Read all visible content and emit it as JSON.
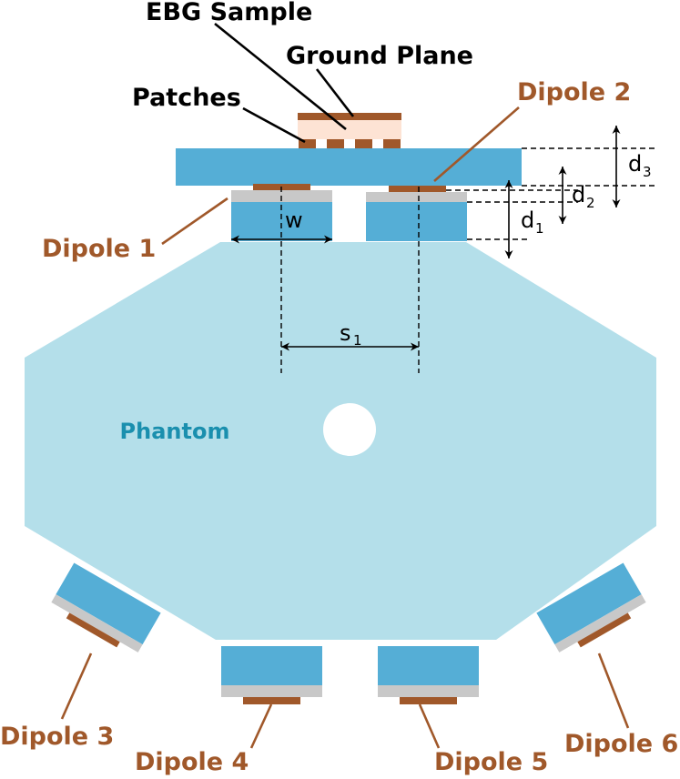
{
  "labels": {
    "ebg_sample": "EBG Sample",
    "ground_plane": "Ground Plane",
    "patches": "Patches",
    "dipole_1": "Dipole 1",
    "dipole_2": "Dipole 2",
    "dipole_3": "Dipole 3",
    "dipole_4": "Dipole 4",
    "dipole_5": "Dipole 5",
    "dipole_6": "Dipole 6",
    "phantom": "Phantom"
  },
  "dimensions": {
    "w": "w",
    "s": "s",
    "s_sub": "1",
    "d": "d",
    "d1_sub": "1",
    "d2_sub": "2",
    "d3_sub": "3"
  },
  "colors": {
    "phantom_fill": "#b4dfea",
    "substrate_blue": "#55aed6",
    "copper": "#a0582a",
    "gray_layer": "#c8c8c8",
    "ebg_sample_fill": "#fde3d4",
    "phantom_text": "#1a8fae"
  }
}
